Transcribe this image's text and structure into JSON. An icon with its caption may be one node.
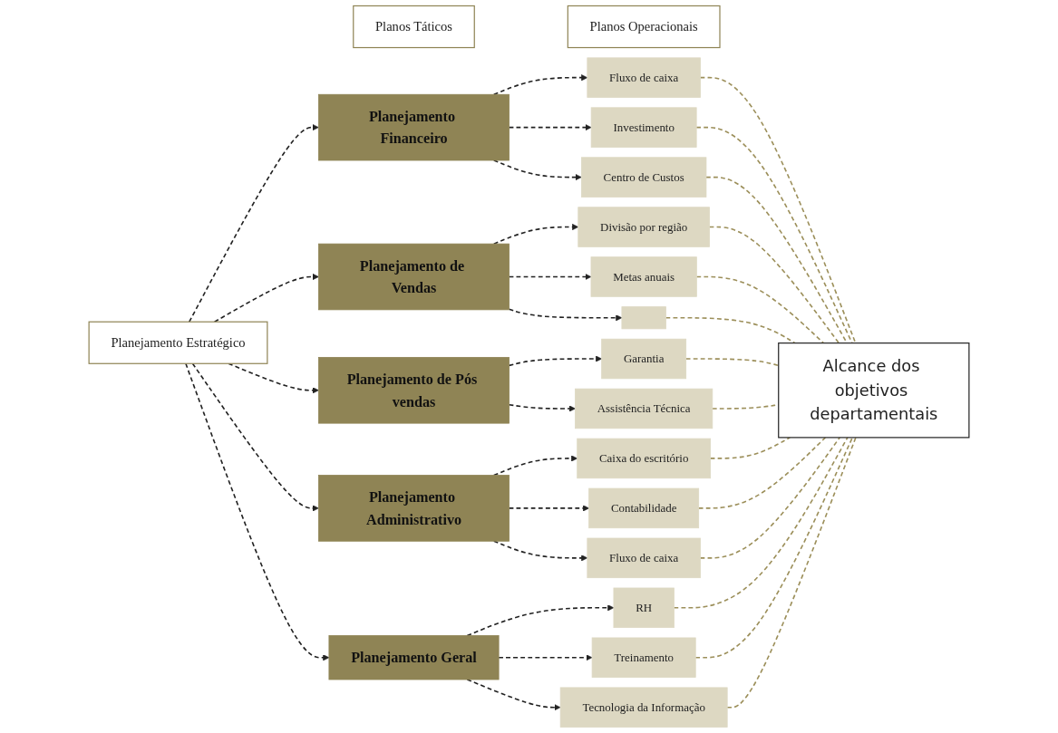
{
  "diagram": {
    "nodes": [
      {
        "text": [
          "Planos Táticos"
        ]
      },
      {
        "text": [
          "Planos Operacionais"
        ]
      },
      {
        "text": [
          "Planejamento Estratégico"
        ]
      },
      {
        "text": [
          "Planejamento Financeiro"
        ]
      },
      {
        "text": [
          "Fluxo de caixa"
        ]
      },
      {
        "text": [
          "Investimento"
        ]
      },
      {
        "text": [
          "Centro de Custos"
        ]
      },
      {
        "text": [
          "Planejamento de Vendas"
        ]
      },
      {
        "text": [
          "Divisão por região"
        ]
      },
      {
        "text": [
          "Metas anuais"
        ]
      },
      {
        "text": [],
        "shape": "box"
      },
      {
        "text": [
          "Planejamento de Pós vendas"
        ]
      },
      {
        "text": [
          "Garantia"
        ]
      },
      {
        "text": [
          "Assistência Técnica"
        ]
      },
      {
        "text": [
          "Planejamento Administrativo"
        ]
      },
      {
        "text": [
          "Caixa do escritório"
        ]
      },
      {
        "text": [
          "Contabilidade"
        ]
      },
      {
        "text": [
          "Fluxo de caixa"
        ]
      },
      {
        "text": [
          "Planejamento Geral"
        ]
      },
      {
        "text": [
          "RH"
        ]
      },
      {
        "text": [
          "Treinamento"
        ]
      },
      {
        "text": [
          "Tecnologia da Informação"
        ]
      },
      {
        "text": [
          "Alcance dos objetivos departamentais"
        ]
      }
    ],
    "edges": [
      {
        "from": 2,
        "to": 3,
        "arrow": "to",
        "style": "dashed"
      },
      {
        "from": 2,
        "to": 7,
        "arrow": "to",
        "style": "dashed"
      },
      {
        "from": 2,
        "to": 11,
        "arrow": "to",
        "style": "dashed"
      },
      {
        "from": 2,
        "to": 14,
        "arrow": "to",
        "style": "dashed"
      },
      {
        "from": 2,
        "to": 18,
        "arrow": "to",
        "style": "dashed"
      },
      {
        "from": 3,
        "to": 4,
        "arrow": "to",
        "style": "dashed"
      },
      {
        "from": 3,
        "to": 5,
        "arrow": "to",
        "style": "dashed"
      },
      {
        "from": 3,
        "to": 6,
        "arrow": "to",
        "style": "dashed"
      },
      {
        "from": 7,
        "to": 8,
        "arrow": "to",
        "style": "dashed"
      },
      {
        "from": 7,
        "to": 9,
        "arrow": "to",
        "style": "dashed"
      },
      {
        "from": 7,
        "to": 10,
        "arrow": "to",
        "style": "dashed"
      },
      {
        "from": 11,
        "to": 12,
        "arrow": "to",
        "style": "dashed"
      },
      {
        "from": 11,
        "to": 13,
        "arrow": "to",
        "style": "dashed"
      },
      {
        "from": 14,
        "to": 15,
        "arrow": "to",
        "style": "dashed"
      },
      {
        "from": 14,
        "to": 16,
        "arrow": "to",
        "style": "dashed"
      },
      {
        "from": 14,
        "to": 17,
        "arrow": "to",
        "style": "dashed"
      },
      {
        "from": 18,
        "to": 19,
        "arrow": "to",
        "style": "dashed"
      },
      {
        "from": 18,
        "to": 20,
        "arrow": "to",
        "style": "dashed"
      },
      {
        "from": 18,
        "to": 21,
        "arrow": "to",
        "style": "dashed"
      },
      {
        "from": 4,
        "to": 22,
        "arrow": "none",
        "style": "dashed",
        "color": "#9c8f5a"
      },
      {
        "from": 5,
        "to": 22,
        "arrow": "none",
        "style": "dashed",
        "color": "#9c8f5a"
      },
      {
        "from": 6,
        "to": 22,
        "arrow": "none",
        "style": "dashed",
        "color": "#9c8f5a"
      },
      {
        "from": 8,
        "to": 22,
        "arrow": "none",
        "style": "dashed",
        "color": "#9c8f5a"
      },
      {
        "from": 9,
        "to": 22,
        "arrow": "none",
        "style": "dashed",
        "color": "#9c8f5a"
      },
      {
        "from": 10,
        "to": 22,
        "arrow": "none",
        "style": "dashed",
        "color": "#9c8f5a"
      },
      {
        "from": 12,
        "to": 22,
        "arrow": "none",
        "style": "dashed",
        "color": "#9c8f5a"
      },
      {
        "from": 13,
        "to": 22,
        "arrow": "none",
        "style": "dashed",
        "color": "#9c8f5a"
      },
      {
        "from": 15,
        "to": 22,
        "arrow": "none",
        "style": "dashed",
        "color": "#9c8f5a"
      },
      {
        "from": 16,
        "to": 22,
        "arrow": "none",
        "style": "dashed",
        "color": "#9c8f5a"
      },
      {
        "from": 17,
        "to": 22,
        "arrow": "none",
        "style": "dashed",
        "color": "#9c8f5a"
      },
      {
        "from": 19,
        "to": 22,
        "arrow": "none",
        "style": "dashed",
        "color": "#9c8f5a"
      },
      {
        "from": 20,
        "to": 22,
        "arrow": "none",
        "style": "dashed",
        "color": "#9c8f5a"
      },
      {
        "from": 21,
        "to": 22,
        "arrow": "none",
        "style": "dashed",
        "color": "#9c8f5a"
      }
    ]
  }
}
